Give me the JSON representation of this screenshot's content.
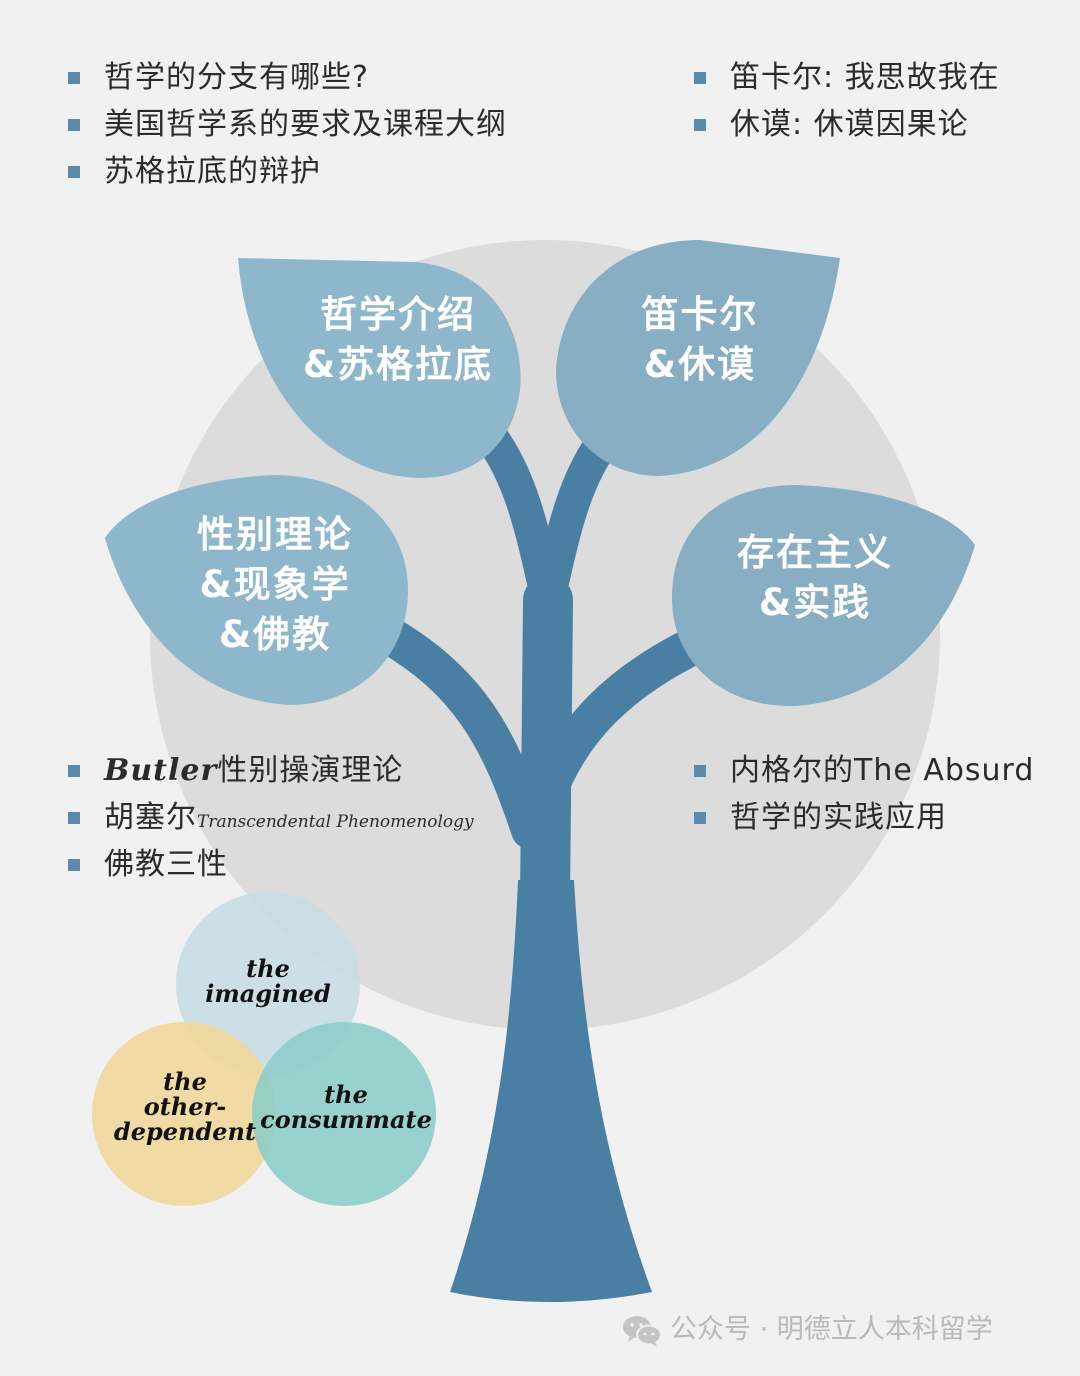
{
  "top_left_list": [
    "哲学的分支有哪些?",
    "美国哲学系的要求及课程大纲",
    "苏格拉底的辩护"
  ],
  "top_right_list": [
    "笛卡尔: 我思故我在",
    "休谟: 休谟因果论"
  ],
  "leaves": {
    "intro": {
      "line1": "哲学介绍",
      "line2": "&苏格拉底"
    },
    "descartes": {
      "line1": "笛卡尔",
      "line2": "&休谟"
    },
    "gender": {
      "line1": "性别理论",
      "line2": "&现象学",
      "line3": "&佛教"
    },
    "existential": {
      "line1": "存在主义",
      "line2": "&实践"
    }
  },
  "bottom_left_list": {
    "item1_latin": "Butler",
    "item1_cn": "性别操演理论",
    "item2_cn": "胡塞尔",
    "item2_latin": "Transcendental Phenomenology",
    "item3": "佛教三性"
  },
  "bottom_right_list": [
    "内格尔的The Absurd",
    "哲学的实践应用"
  ],
  "venn": {
    "imagined": {
      "line1": "the",
      "line2": "imagined"
    },
    "other_dependent": {
      "line1": "the",
      "line2": "other-",
      "line3": "dependent"
    },
    "consummate": {
      "line1": "the",
      "line2": "consummate"
    }
  },
  "watermark": "公众号 · 明德立人本科留学",
  "colors": {
    "background": "#f1f1f1",
    "big_circle": "#dcdcdc",
    "trunk": "#4a7fa4",
    "leaf_light": "#8fb7cc",
    "leaf_mid": "#87aec2",
    "bullet": "#5a8bab",
    "venn_blue": "#c8dde6",
    "venn_yellow": "#f1d79a",
    "venn_teal": "#88cdc9"
  }
}
